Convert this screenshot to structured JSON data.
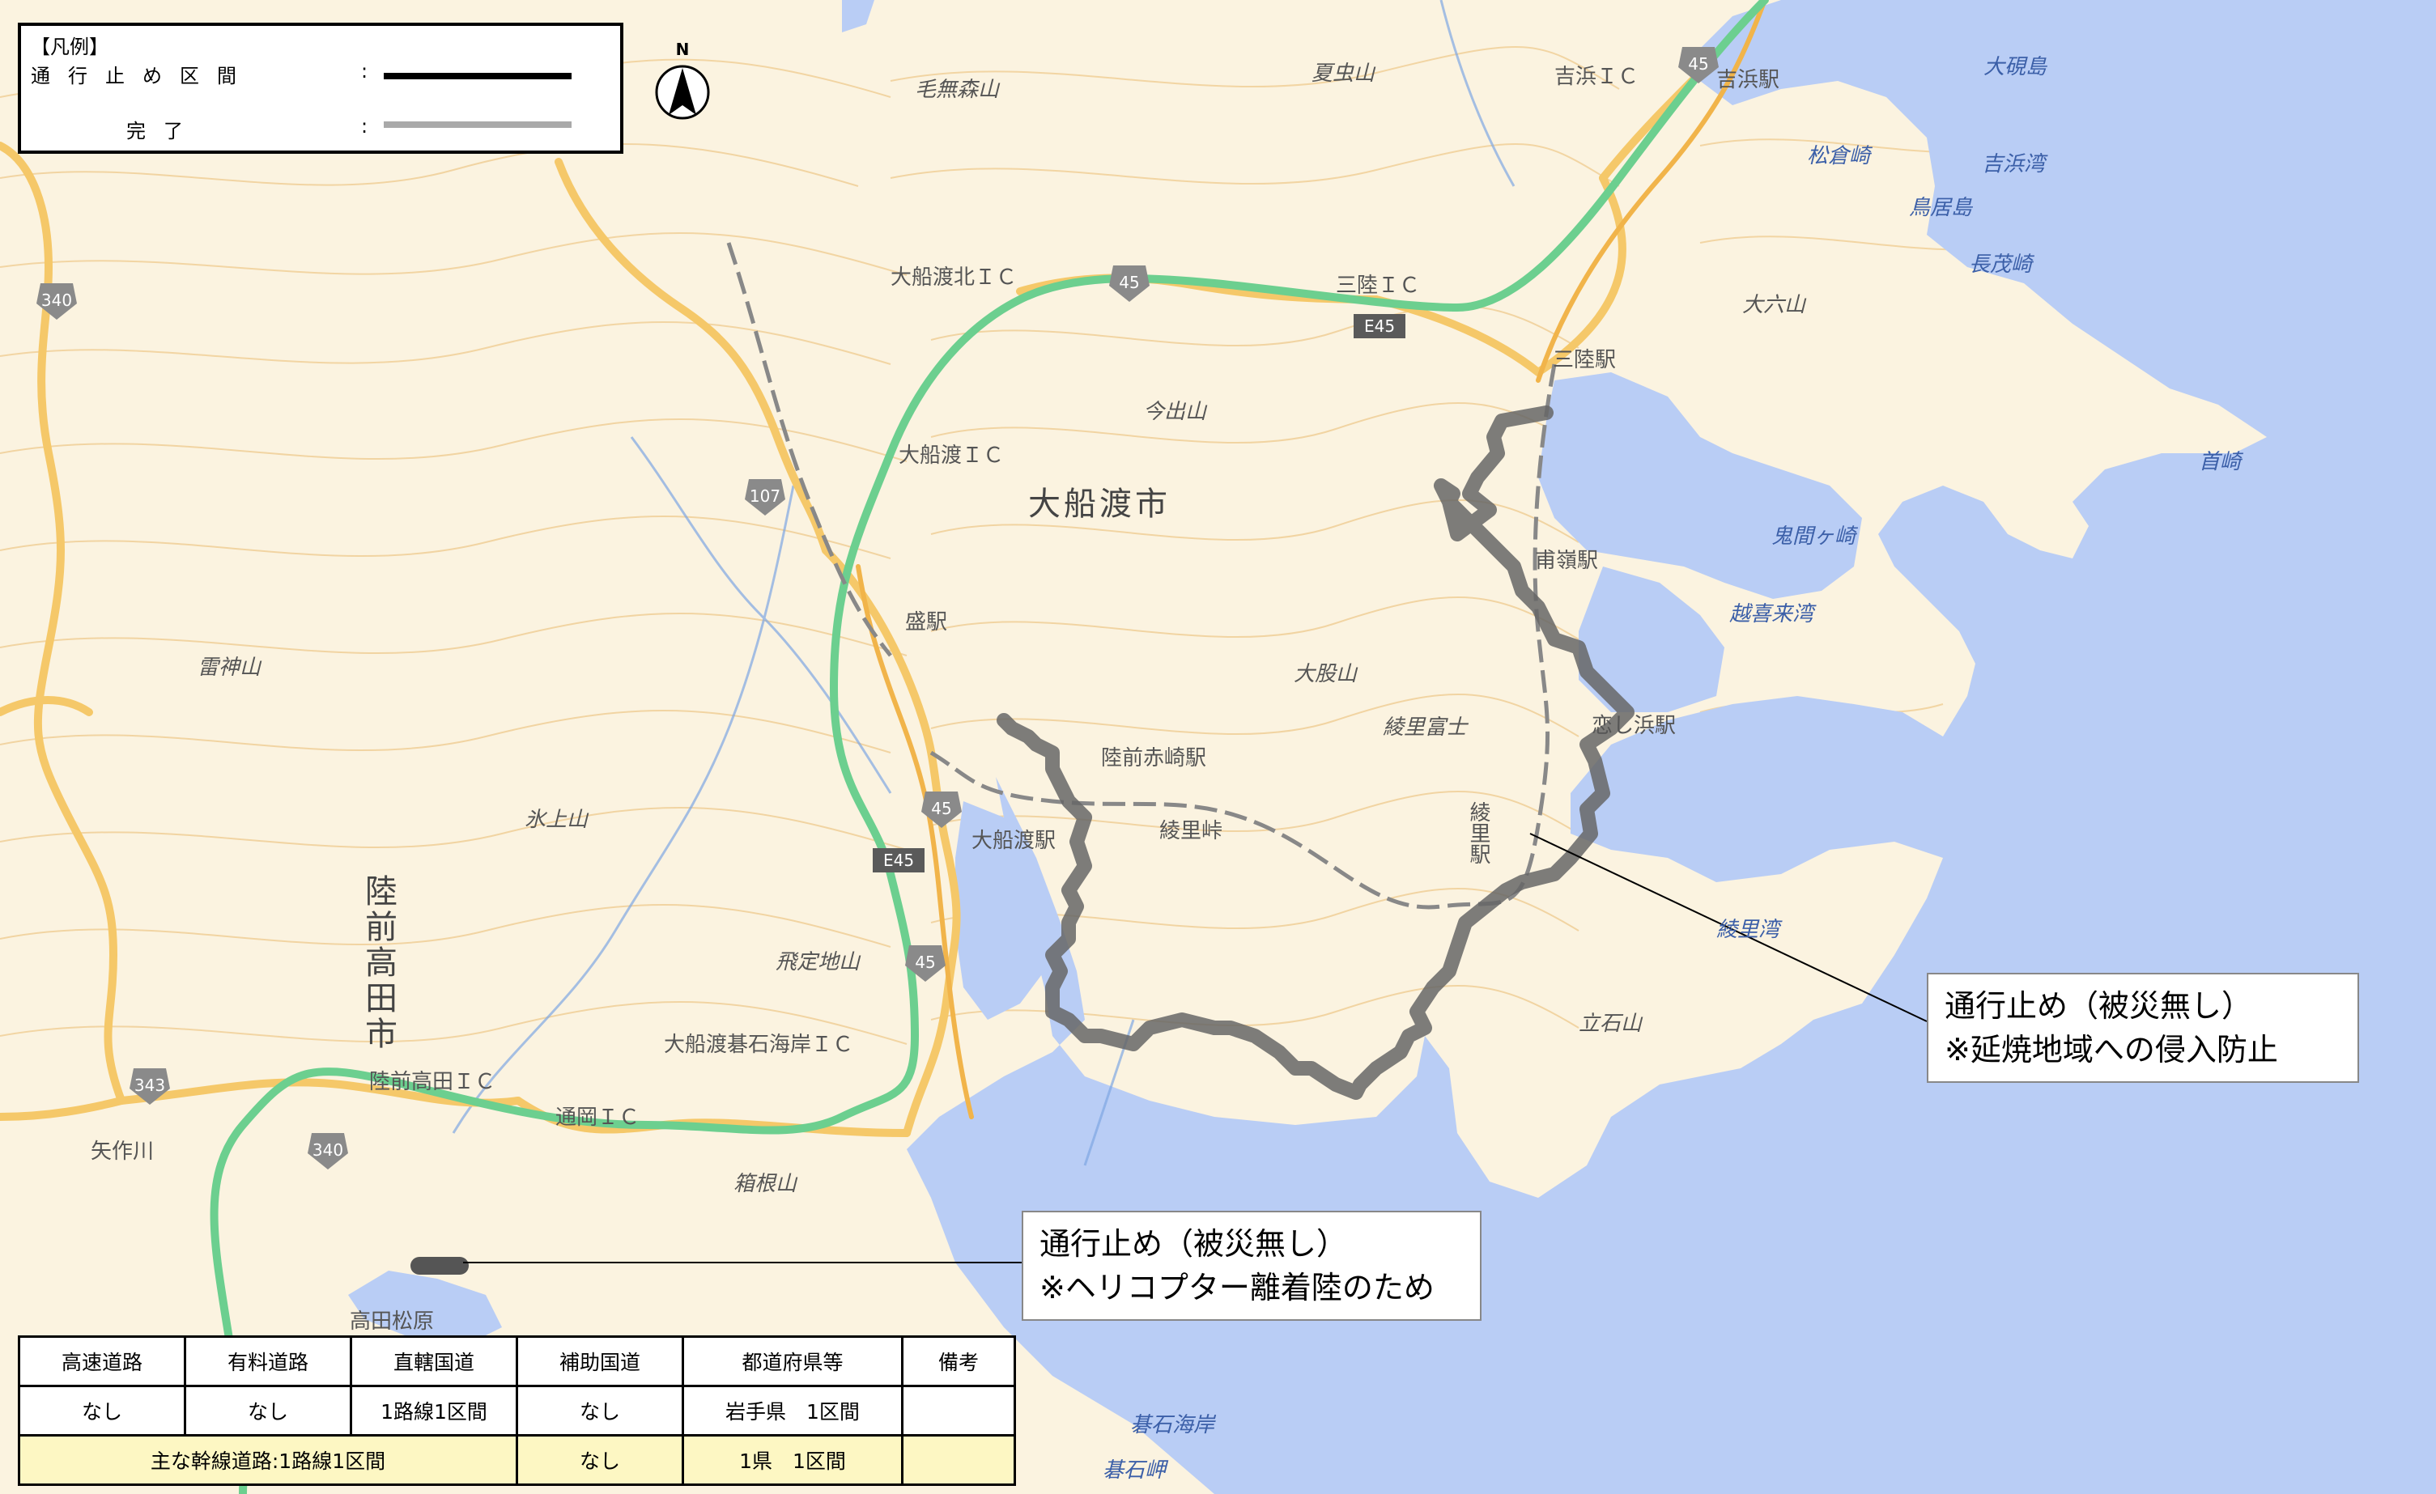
{
  "legend": {
    "title": "【凡例】",
    "closed_label": "通行止め区間",
    "closed_colon": ":",
    "done_label": "完了",
    "done_colon": ":"
  },
  "north_label": "N",
  "map_labels": {
    "ofunato_city": "大船渡市",
    "rikuzentakata_city": "陸前高田市",
    "kemuriyama": "毛無森山",
    "natsumushi": "夏虫山",
    "yoshihama_ic": "吉浜ＩＣ",
    "yoshihama_st": "吉浜駅",
    "ofunato_kita_ic": "大船渡北ＩＣ",
    "sanriku_ic": "三陸ＩＣ",
    "ofunato_ic": "大船渡ＩＣ",
    "imaide": "今出山",
    "sanriku_st": "三陸駅",
    "tomari_st": "甫嶺駅",
    "koishihama_st": "恋し浜駅",
    "ryori_st": "綾里駅",
    "sakari_st": "盛駅",
    "akasaki_st": "陸前赤崎駅",
    "ofunato_st": "大船渡駅",
    "ryori_pass": "綾里峠",
    "ryori_fuji": "綾里富士",
    "ohdate": "大股山",
    "hitei": "飛定地山",
    "goishi_ic": "大船渡碁石海岸ＩＣ",
    "takata_ic": "陸前高田ＩＣ",
    "tsuoka_ic": "通岡ＩＣ",
    "hakone": "箱根山",
    "tateishi": "立石山",
    "ryori_wan": "綾里湾",
    "goishi_kaigan": "碁石海岸",
    "goishi_misaki": "碁石岬",
    "ohshima": "大硯島",
    "matsukura": "松倉崎",
    "yoshihama_wan": "吉浜湾",
    "torii": "鳥居島",
    "osuka": "長茂崎",
    "oroku": "大六山",
    "kijima": "鬼間ヶ崎",
    "koshiki": "越喜来湾",
    "kubi": "首崎",
    "raijin": "雷神山",
    "hikami": "氷上山",
    "yahagi": "矢作川",
    "takata_matsubara": "高田松原",
    "r340": "340",
    "r343": "343",
    "r107": "107",
    "e45": "E45",
    "n45": "45"
  },
  "callouts": {
    "fire": {
      "line1": "通行止め（被災無し）",
      "line2": "※延焼地域への侵入防止"
    },
    "heli": {
      "line1": "通行止め（被災無し）",
      "line2": "※ヘリコプター離着陸のため"
    }
  },
  "summary_table": {
    "headers": [
      "高速道路",
      "有料道路",
      "直轄国道",
      "補助国道",
      "都道府県等",
      "備考"
    ],
    "row1": [
      "なし",
      "なし",
      "1路線1区間",
      "なし",
      "岩手県　1区間",
      ""
    ],
    "row2": {
      "main_roads": "主な幹線道路:1路線1区間",
      "aux": "なし",
      "pref": "1県　1区間",
      "note": ""
    }
  },
  "colors": {
    "land": "#fbf3e0",
    "sea": "#b9cdf5",
    "contour": "#f0cf98",
    "expressway": "#6ccf8f",
    "national_road": "#f5c869",
    "closure": "#666666",
    "railway": "#888888"
  }
}
